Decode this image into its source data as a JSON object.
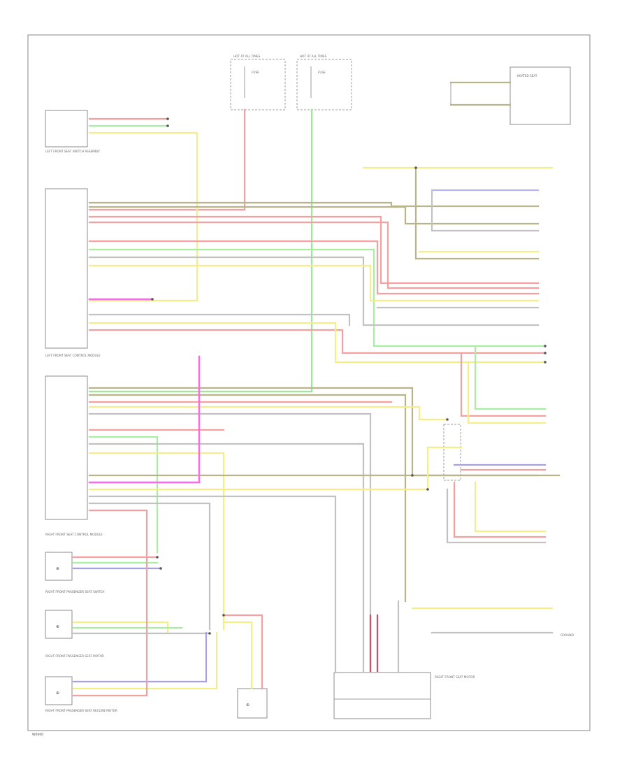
{
  "components": {
    "lf_power_seat_switch": "LEFT FRONT SEAT SWITCH ASSEMBLY",
    "lf_seat_module": "LEFT FRONT SEAT CONTROL MODULE",
    "rf_seat_module": "RIGHT FRONT SEAT CONTROL MODULE",
    "rf_passenger_switch": "RIGHT FRONT PASSENGER SEAT SWITCH",
    "rf_passenger_seat_motor": "RIGHT FRONT PASSENGER SEAT MOTOR",
    "rf_passenger_recline": "RIGHT FRONT PASSENGER SEAT RECLINE MOTOR",
    "rf_seat_motor": "RIGHT FRONT SEAT MOTOR",
    "hot_at_all_times_1": "HOT AT ALL TIMES",
    "hot_at_all_times_2": "HOT AT ALL TIMES",
    "fuse_1": "FUSE",
    "fuse_2": "FUSE",
    "heated_seat_block": "HEATED SEAT",
    "ground": "GROUND",
    "page_code": "W0000"
  }
}
